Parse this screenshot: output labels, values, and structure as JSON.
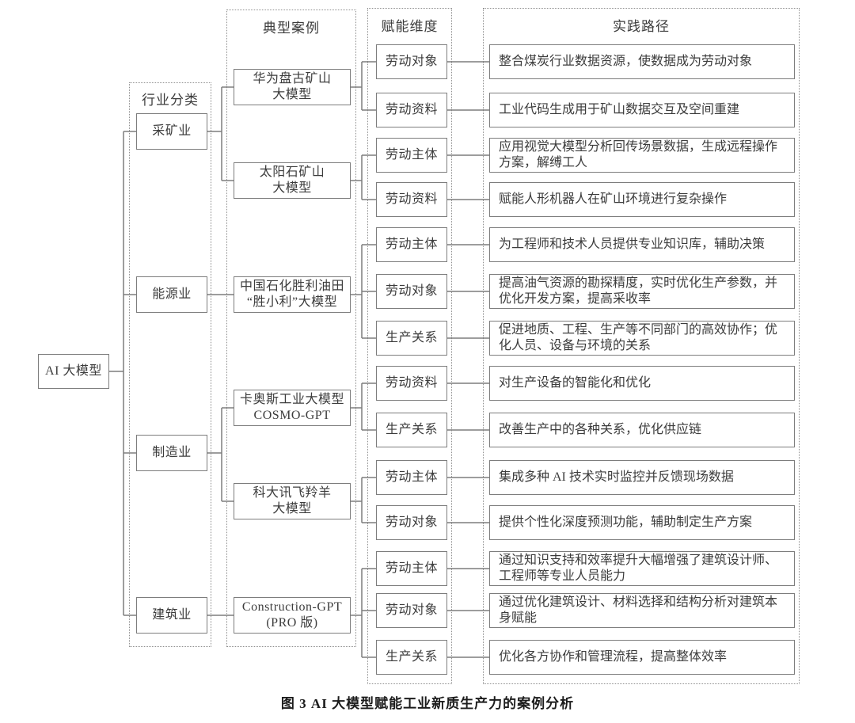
{
  "figure": {
    "caption": "图 3  AI 大模型赋能工业新质生产力的案例分析"
  },
  "palette": {
    "line": "#7d7d7d",
    "text": "#3c3c3c",
    "background": "#ffffff"
  },
  "root": {
    "label": "AI 大模型"
  },
  "columns": {
    "industry_header": "行业分类",
    "case_header": "典型案例",
    "dimension_header": "赋能维度",
    "practice_header": "实践路径"
  },
  "industries": [
    {
      "label": "采矿业"
    },
    {
      "label": "能源业"
    },
    {
      "label": "制造业"
    },
    {
      "label": "建筑业"
    }
  ],
  "cases": [
    {
      "line1": "华为盘古矿山",
      "line2": "大模型"
    },
    {
      "line1": "太阳石矿山",
      "line2": "大模型"
    },
    {
      "line1": "中国石化胜利油田",
      "line2": "“胜小利”大模型"
    },
    {
      "line1": "卡奥斯工业大模型",
      "line2": "COSMO-GPT"
    },
    {
      "line1": "科大讯飞羚羊",
      "line2": "大模型"
    },
    {
      "line1": "Construction-GPT",
      "line2": "(PRO 版)"
    }
  ],
  "rows": [
    {
      "dimension": "劳动对象",
      "practice": "整合煤炭行业数据资源，使数据成为劳动对象"
    },
    {
      "dimension": "劳动资料",
      "practice": "工业代码生成用于矿山数据交互及空间重建"
    },
    {
      "dimension": "劳动主体",
      "practice": "应用视觉大模型分析回传场景数据，生成远程操作方案，解缚工人"
    },
    {
      "dimension": "劳动资料",
      "practice": "赋能人形机器人在矿山环境进行复杂操作"
    },
    {
      "dimension": "劳动主体",
      "practice": "为工程师和技术人员提供专业知识库，辅助决策"
    },
    {
      "dimension": "劳动对象",
      "practice": "提高油气资源的勘探精度，实时优化生产参数，并优化开发方案，提高采收率"
    },
    {
      "dimension": "生产关系",
      "practice": "促进地质、工程、生产等不同部门的高效协作；优化人员、设备与环境的关系"
    },
    {
      "dimension": "劳动资料",
      "practice": "对生产设备的智能化和优化"
    },
    {
      "dimension": "生产关系",
      "practice": "改善生产中的各种关系，优化供应链"
    },
    {
      "dimension": "劳动主体",
      "practice": "集成多种 AI 技术实时监控并反馈现场数据"
    },
    {
      "dimension": "劳动对象",
      "practice": "提供个性化深度预测功能，辅助制定生产方案"
    },
    {
      "dimension": "劳动主体",
      "practice": "通过知识支持和效率提升大幅增强了建筑设计师、工程师等专业人员能力"
    },
    {
      "dimension": "劳动对象",
      "practice": "通过优化建筑设计、材料选择和结构分析对建筑本身赋能"
    },
    {
      "dimension": "生产关系",
      "practice": "优化各方协作和管理流程，提高整体效率"
    }
  ]
}
